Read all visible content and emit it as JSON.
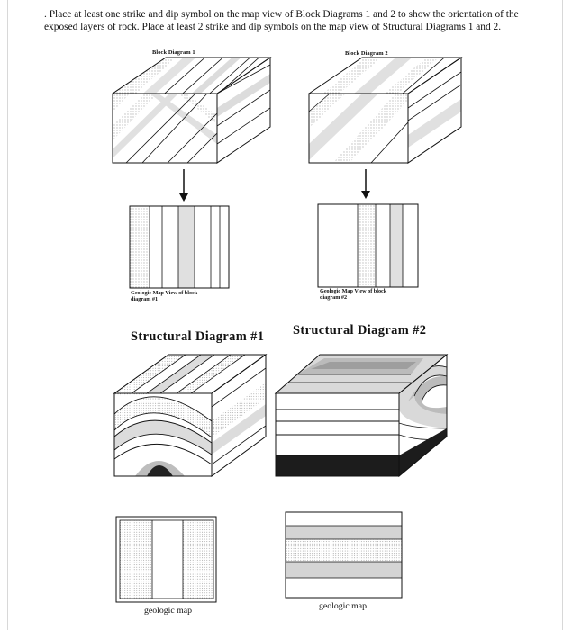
{
  "instructions": ". Place at least one strike and dip symbol on the map view of Block Diagrams 1 and 2 to show the orientation of the exposed layers of rock.  Place at least 2 strike and dip symbols on the map view of Structural Diagrams 1 and 2.",
  "block_diagram_1": {
    "title": "Block Diagram 1",
    "caption_line1": "Geologic Map View of block",
    "caption_line2": "diagram  #1"
  },
  "block_diagram_2": {
    "title": "Block Diagram 2",
    "caption_line1": "Geologic Map View of block",
    "caption_line2": "diagram  #2"
  },
  "structural_diagram_1": {
    "title": "Structural Diagram #1",
    "map_label": "geologic map"
  },
  "structural_diagram_2": {
    "title": "Structural Diagram #2",
    "map_label": "geologic map"
  }
}
